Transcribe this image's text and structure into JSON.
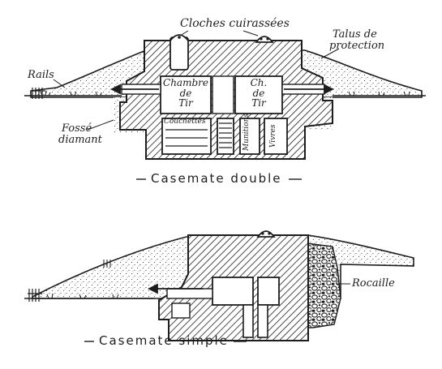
{
  "diagrams": [
    {
      "title": "Casemate double",
      "labels": {
        "cloches": "Cloches cuirassées",
        "talus_line1": "Talus de",
        "talus_line2": "protection",
        "rails": "Rails",
        "fosse_line1": "Fossé",
        "fosse_line2": "diamant"
      },
      "rooms": {
        "chambre_line1": "Chambre",
        "chambre_line2": "de",
        "chambre_line3": "Tir",
        "ch_line1": "Ch.",
        "ch_line2": "de",
        "ch_line3": "Tir",
        "couchettes": "Couchettes",
        "munitions": "Munitions",
        "vivres": "Vivres"
      }
    },
    {
      "title": "Casemate simple",
      "labels": {
        "rocaille": "Rocaille"
      }
    }
  ],
  "colors": {
    "ink": "#1d1d1d",
    "paper": "#ffffff"
  }
}
